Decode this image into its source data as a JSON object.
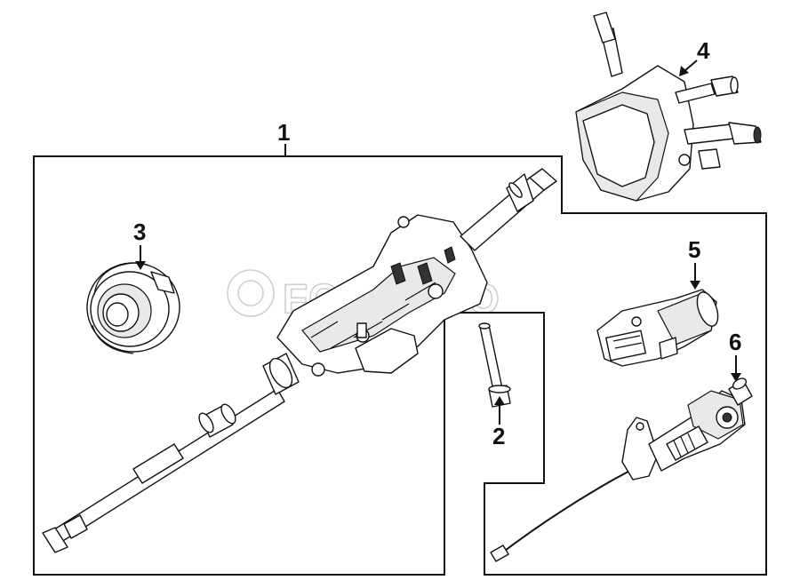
{
  "callouts": [
    {
      "id": "1",
      "label": "1"
    },
    {
      "id": "2",
      "label": "2"
    },
    {
      "id": "3",
      "label": "3"
    },
    {
      "id": "4",
      "label": "4"
    },
    {
      "id": "5",
      "label": "5"
    },
    {
      "id": "6",
      "label": "6"
    }
  ],
  "watermark": {
    "text": "FCP EURO"
  }
}
